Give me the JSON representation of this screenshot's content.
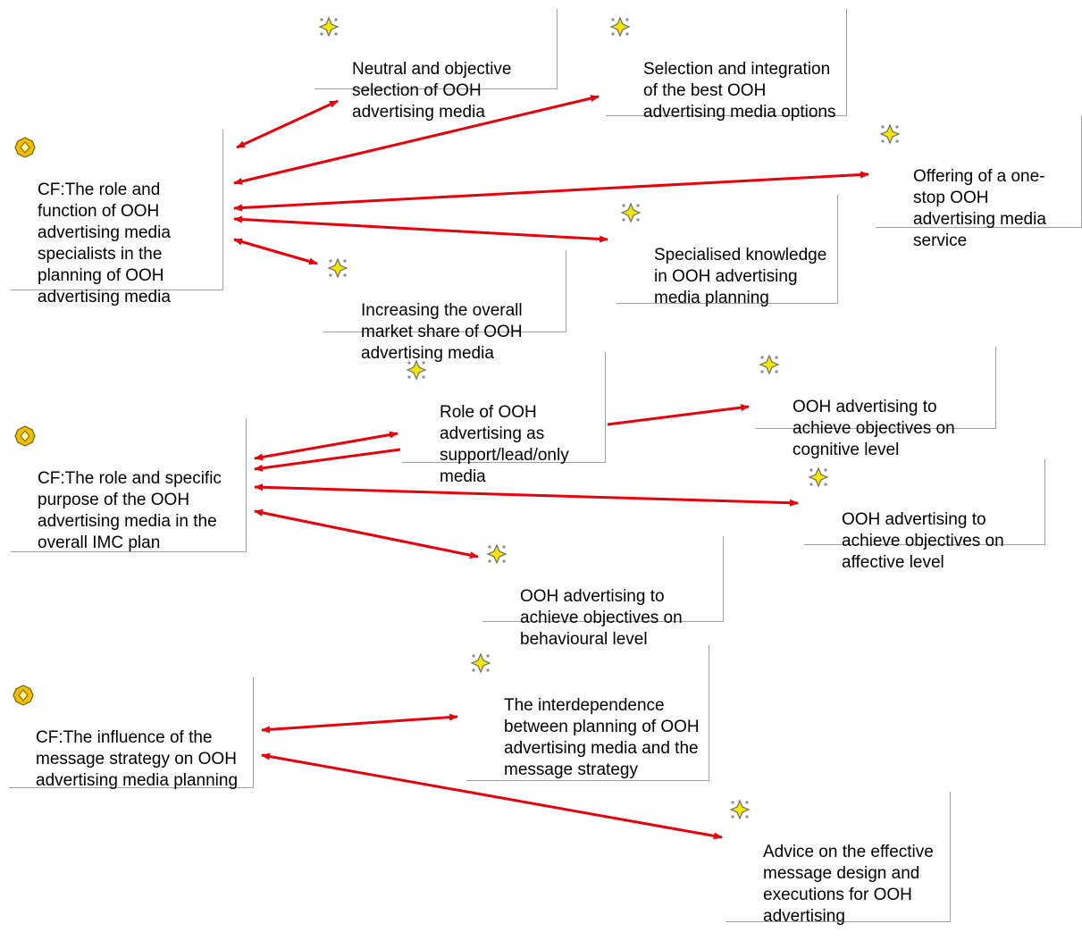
{
  "colors": {
    "arrow": "#e8000b",
    "node_border": "#a0a0a0",
    "code_icon": "#f5e600",
    "cf_icon": "#f0c000"
  },
  "icons": {
    "code": "code-node-icon",
    "cf": "code-family-icon"
  },
  "nodes": {
    "cf1": "CF:The role and function of OOH advertising media specialists in the planning of OOH advertising media",
    "n_neutral": "Neutral and objective selection of OOH advertising media",
    "n_selection": "Selection and integration of the best OOH advertising media options",
    "n_onestop": "Offering of a one-stop OOH advertising media service",
    "n_specialised": "Specialised knowledge in OOH advertising media planning",
    "n_increasing": "Increasing the overall market share of OOH advertising media",
    "cf2": "CF:The role and specific purpose of the OOH advertising media in the overall IMC plan",
    "n_role": "Role of OOH advertising as support/lead/only media",
    "n_cognitive": "OOH advertising to achieve objectives on cognitive level",
    "n_affective": "OOH advertising to achieve objectives on affective level",
    "n_behavioural": "OOH advertising to achieve objectives on behavioural level",
    "cf3": "CF:The influence of the message strategy on OOH advertising media planning",
    "n_interdependence": "The interdependence between planning of OOH advertising media and the message strategy",
    "n_advice": "Advice on the effective message design and executions for OOH advertising"
  }
}
